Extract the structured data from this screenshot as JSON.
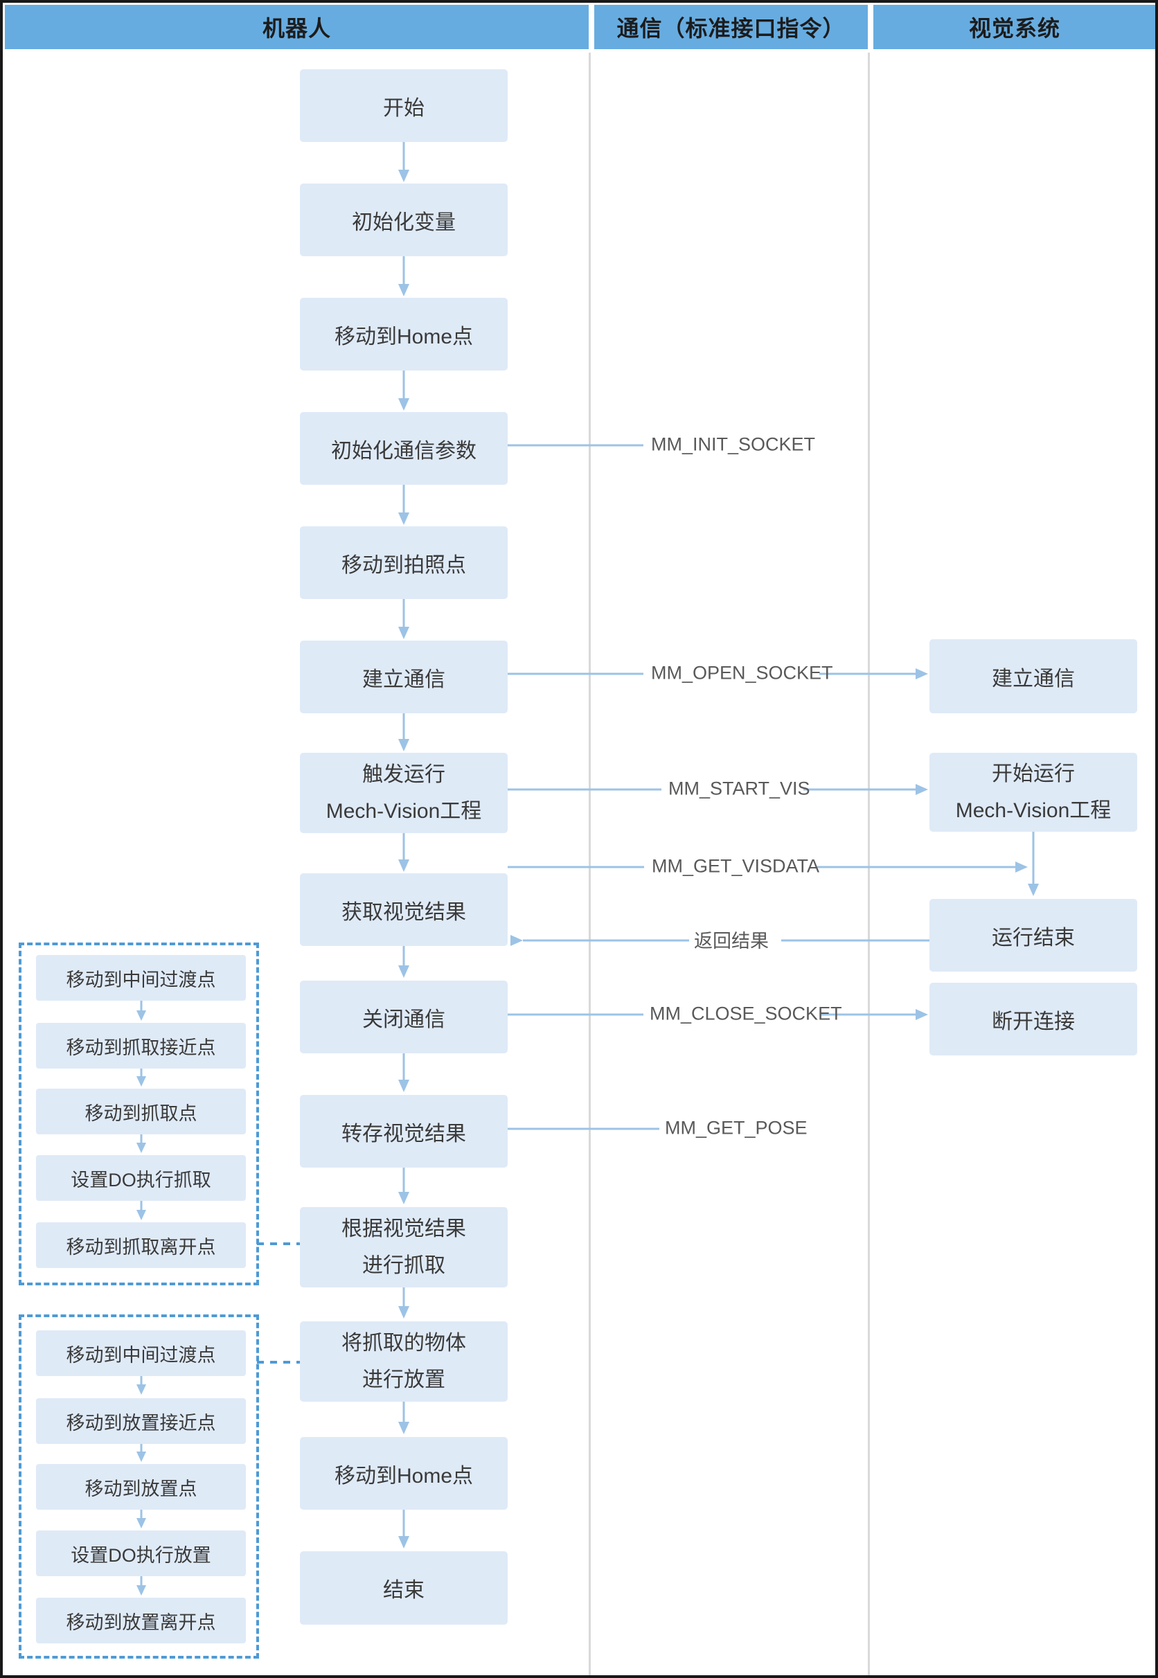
{
  "header": {
    "cells": [
      {
        "label": "机器人"
      },
      {
        "label": "通信（标准接口指令）"
      },
      {
        "label": "视觉系统"
      }
    ]
  },
  "robot": {
    "boxes": [
      {
        "label": "开始"
      },
      {
        "label": "初始化变量"
      },
      {
        "label": "移动到Home点"
      },
      {
        "label": "初始化通信参数"
      },
      {
        "label": "移动到拍照点"
      },
      {
        "label": "建立通信"
      },
      {
        "line1": "触发运行",
        "line2": "Mech-Vision工程"
      },
      {
        "label": "获取视觉结果"
      },
      {
        "label": "关闭通信"
      },
      {
        "label": "转存视觉结果"
      },
      {
        "line1": "根据视觉结果",
        "line2": "进行抓取"
      },
      {
        "line1": "将抓取的物体",
        "line2": "进行放置"
      },
      {
        "label": "移动到Home点"
      },
      {
        "label": "结束"
      }
    ]
  },
  "vision": {
    "boxes": [
      {
        "label": "建立通信"
      },
      {
        "line1": "开始运行",
        "line2": "Mech-Vision工程"
      },
      {
        "label": "运行结束"
      },
      {
        "label": "断开连接"
      }
    ]
  },
  "comm": {
    "labels": [
      {
        "text": "MM_INIT_SOCKET"
      },
      {
        "text": "MM_OPEN_SOCKET"
      },
      {
        "text": "MM_START_VIS"
      },
      {
        "text": "MM_GET_VISDATA"
      },
      {
        "text": "返回结果"
      },
      {
        "text": "MM_CLOSE_SOCKET"
      },
      {
        "text": "MM_GET_POSE"
      }
    ]
  },
  "groups": [
    {
      "boxes": [
        {
          "label": "移动到中间过渡点"
        },
        {
          "label": "移动到抓取接近点"
        },
        {
          "label": "移动到抓取点"
        },
        {
          "label": "设置DO执行抓取"
        },
        {
          "label": "移动到抓取离开点"
        }
      ]
    },
    {
      "boxes": [
        {
          "label": "移动到中间过渡点"
        },
        {
          "label": "移动到放置接近点"
        },
        {
          "label": "移动到放置点"
        },
        {
          "label": "设置DO执行放置"
        },
        {
          "label": "移动到放置离开点"
        }
      ]
    }
  ],
  "colors": {
    "header_bg": "#67ace0",
    "box_fill": "#dfeaf7",
    "arrow_blue": "#9cc3e6",
    "dashed_blue": "#4e9ad5",
    "divider_gray": "#d9d9d9",
    "label_gray": "#595959",
    "box_text": "#3a3a3a"
  }
}
